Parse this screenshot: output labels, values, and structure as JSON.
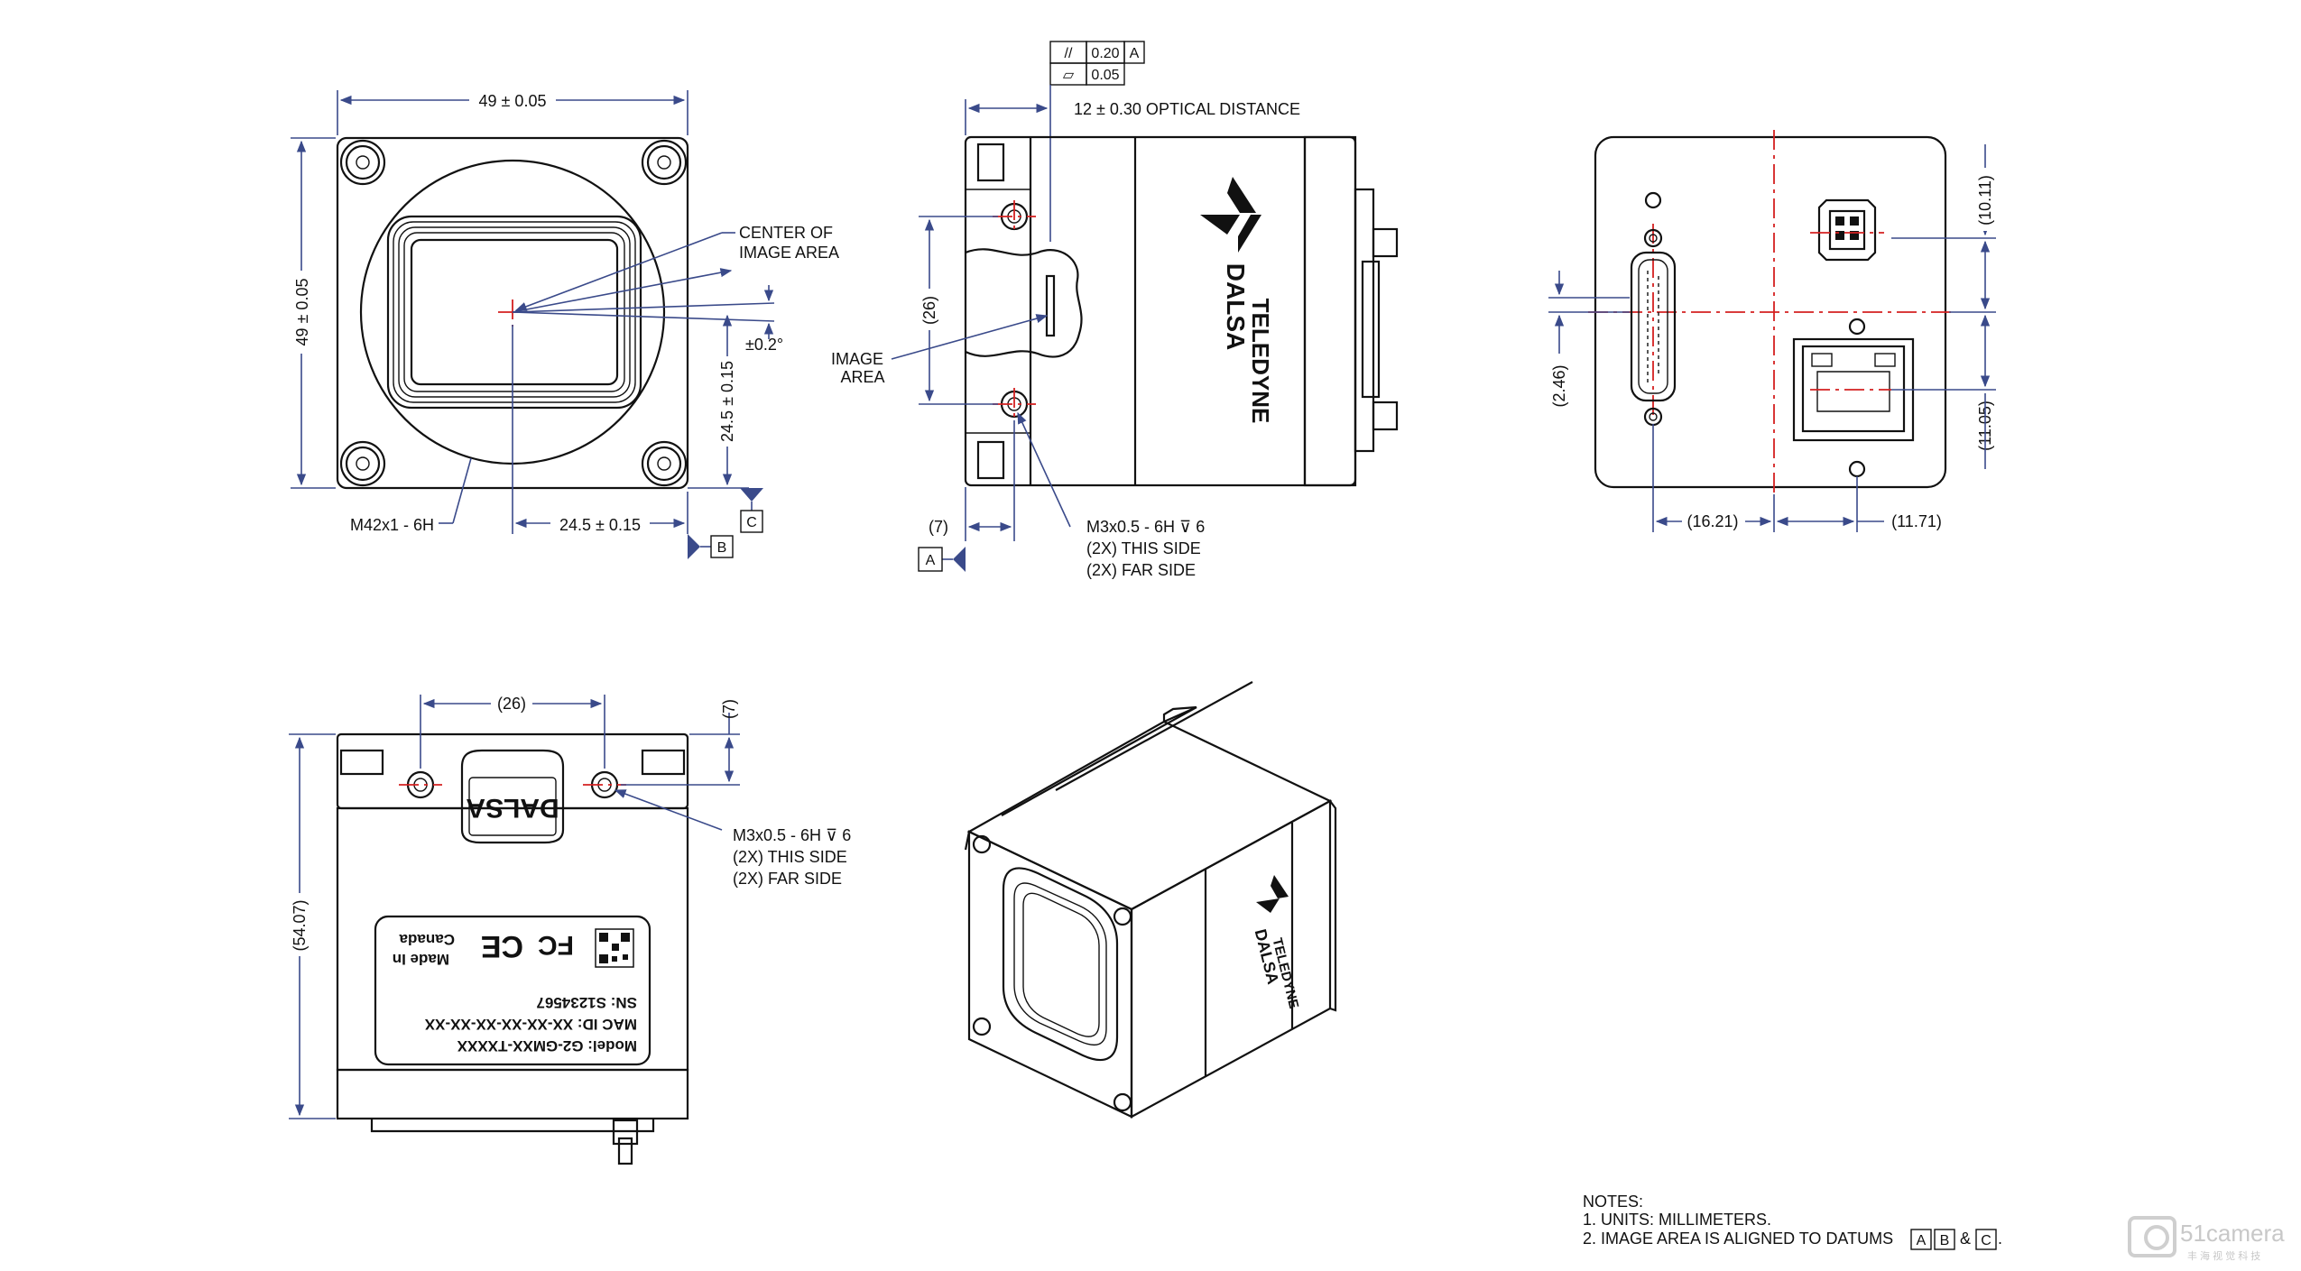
{
  "front_view": {
    "width_dim": "49 ± 0.05",
    "height_dim": "49 ± 0.05",
    "center_label_1": "CENTER OF",
    "center_label_2": "IMAGE AREA",
    "angle_tol": "±0.2°",
    "vertical_offset": "24.5 ± 0.15",
    "horizontal_offset": "24.5 ± 0.15",
    "thread": "M42x1 - 6H",
    "datum_b": "B",
    "datum_c": "C"
  },
  "side_view": {
    "parallelism_symbol": "//",
    "parallelism_tol": "0.20",
    "parallelism_datum": "A",
    "flatness_symbol": "▱",
    "flatness_tol": "0.05",
    "optical_distance": "12 ± 0.30 OPTICAL DISTANCE",
    "image_area_1": "IMAGE",
    "image_area_2": "AREA",
    "hole_spacing": "(26)",
    "edge_offset": "(7)",
    "datum_a": "A",
    "hole_note_1": "M3x0.5 - 6H ⊽ 6",
    "hole_note_2": "(2X) THIS SIDE",
    "hole_note_3": "(2X) FAR SIDE",
    "brand_1": "TELEDYNE",
    "brand_2": "DALSA"
  },
  "rear_view": {
    "dim_top_right": "(10.11)",
    "dim_left": "(2.46)",
    "dim_bottom_right": "(11.05)",
    "dim_bottom_left": "(16.21)",
    "dim_bottom_mid": "(11.71)"
  },
  "top_view": {
    "hole_spacing": "(26)",
    "edge_offset": "(7)",
    "length": "(54.07)",
    "hole_note_1": "M3x0.5 - 6H ⊽ 6",
    "hole_note_2": "(2X) THIS SIDE",
    "hole_note_3": "(2X) FAR SIDE",
    "logo": "DALSA",
    "label_model": "Model: G2-GMXX-TXXXX",
    "label_mac": "MAC ID: XX-XX-XX-XX-XX-XX",
    "label_sn": "SN: S1234567",
    "label_made": "Made In",
    "label_country": "Canada",
    "label_ce": "CE",
    "label_fc": "FC"
  },
  "iso_view": {
    "brand_1": "TELEDYNE",
    "brand_2": "DALSA"
  },
  "notes": {
    "title": "NOTES:",
    "line1": "1. UNITS: MILLIMETERS.",
    "line2_prefix": "2. IMAGE AREA IS ALIGNED TO DATUMS",
    "datum_a": "A",
    "datum_b": "B",
    "amp": "&",
    "datum_c": "C",
    "line2_suffix": "."
  },
  "watermark": {
    "brand": "51camera",
    "sub": "丰 海 视 觉 科 技"
  }
}
